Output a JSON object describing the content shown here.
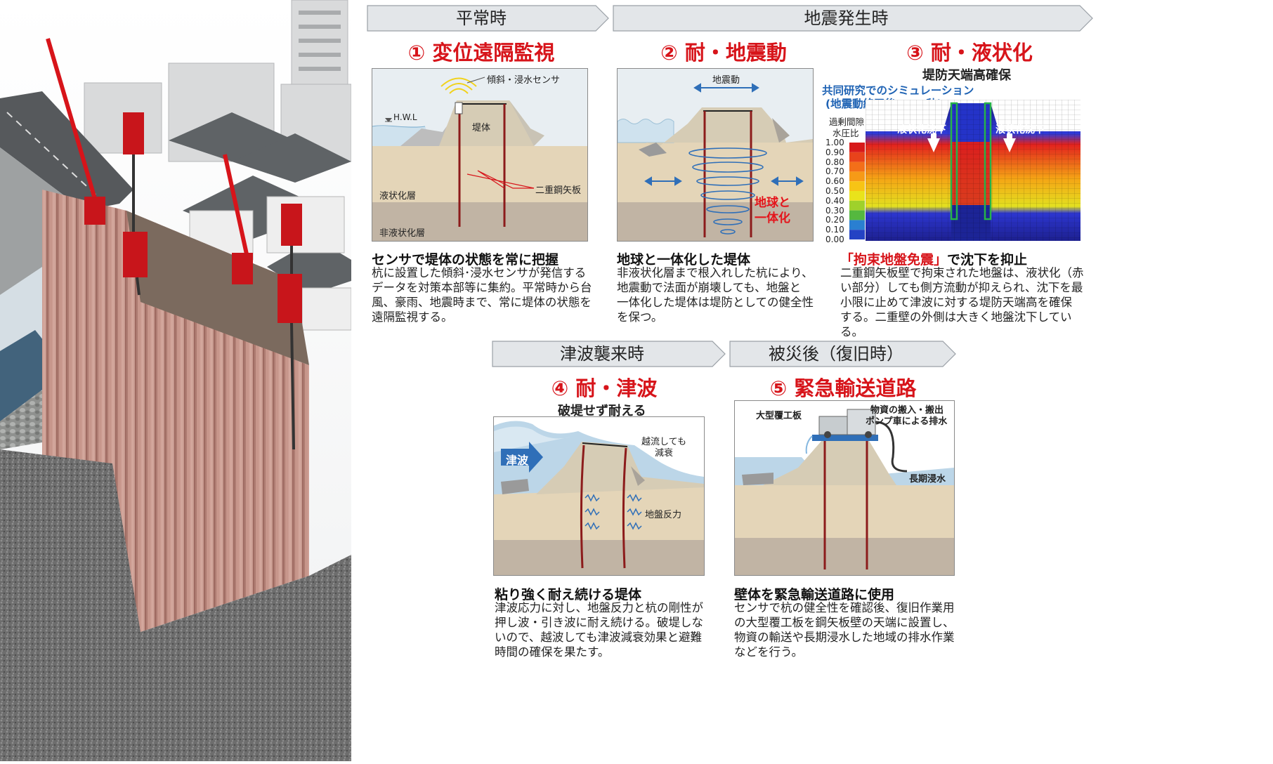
{
  "phases": {
    "normal": "平常時",
    "earthquake": "地震発生時",
    "tsunami": "津波襲来時",
    "recovery": "被災後（復旧時）"
  },
  "sections": [
    {
      "title": "① 変位遠隔監視",
      "labels": {
        "sensor": "傾斜・浸水センサ",
        "hwl": "H.W.L",
        "embankment": "堤体",
        "liquefiable": "液状化層",
        "sheet_pile": "二重鋼矢板",
        "non_liquefiable": "非液状化層"
      },
      "heading": "センサで堤体の状態を常に把握",
      "lines": [
        "杭に設置した傾斜･浸水センサが発信する",
        "データを対策本部等に集約。平常時から台",
        "風、豪雨、地震時まで、常に堤体の状態を",
        "遠隔監視する。"
      ]
    },
    {
      "title": "② 耐・地震動",
      "labels": {
        "motion": "地震動",
        "unified": "地球と\n一体化"
      },
      "heading": "地球と一体化した堤体",
      "lines": [
        "非液状化層まで根入れした杭により、",
        "地震動で法面が崩壊しても、地盤と",
        "一体化した堤体は堤防としての健全性",
        "を保つ。"
      ]
    },
    {
      "title": "③ 耐・液状化",
      "labels": {
        "subtitle": "堤防天端高確保",
        "sim1": "共同研究でのシミュレーション",
        "sim2": "(地震動終了後 100 秒)",
        "legend_title1": "過剰間隙",
        "legend_title2": "水圧比",
        "settle_left": "液状化沈下",
        "settle_right": "液状化沈下"
      },
      "legend_values": [
        "1.00",
        "0.90",
        "0.80",
        "0.70",
        "0.60",
        "0.50",
        "0.40",
        "0.30",
        "0.20",
        "0.10",
        "0.00"
      ],
      "heading_red": "「拘束地盤免震」",
      "heading_rest": "で沈下を抑止",
      "lines": [
        "二重鋼矢板壁で拘束された地盤は、液状化（赤",
        "い部分）しても側方流動が抑えられ、沈下を最",
        "小限に止めて津波に対する堤防天端高を確保",
        "する。二重壁の外側は大きく地盤沈下している。"
      ]
    },
    {
      "title": "④ 耐・津波",
      "labels": {
        "subtitle": "破堤せず耐える",
        "tsunami": "津波",
        "overflow": "越流しても\n減衰",
        "reaction": "地盤反力"
      },
      "heading": "粘り強く耐え続ける堤体",
      "lines": [
        "津波応力に対し、地盤反力と杭の剛性が",
        "押し波・引き波に耐え続ける。破堤しな",
        "いので、越波しても津波減衰効果と避難",
        "時間の確保を果たす。"
      ]
    },
    {
      "title": "⑤ 緊急輸送道路",
      "labels": {
        "cover": "大型覆工板",
        "transport1": "物資の搬入・搬出",
        "transport2": "ポンプ車による排水",
        "flood": "長期浸水"
      },
      "heading": "壁体を緊急輸送道路に使用",
      "lines": [
        "センサで杭の健全性を確認後、復旧作業用",
        "の大型覆工板を鋼矢板壁の天端に設置し、",
        "物資の輸送や長期浸水した地域の排水作業",
        "などを行う。"
      ]
    }
  ],
  "colors": {
    "accent_red": "#d7141a",
    "pile": "#8c1b1b",
    "blue_text": "#1f63b4",
    "phase_bar": "#e3e6e9"
  }
}
